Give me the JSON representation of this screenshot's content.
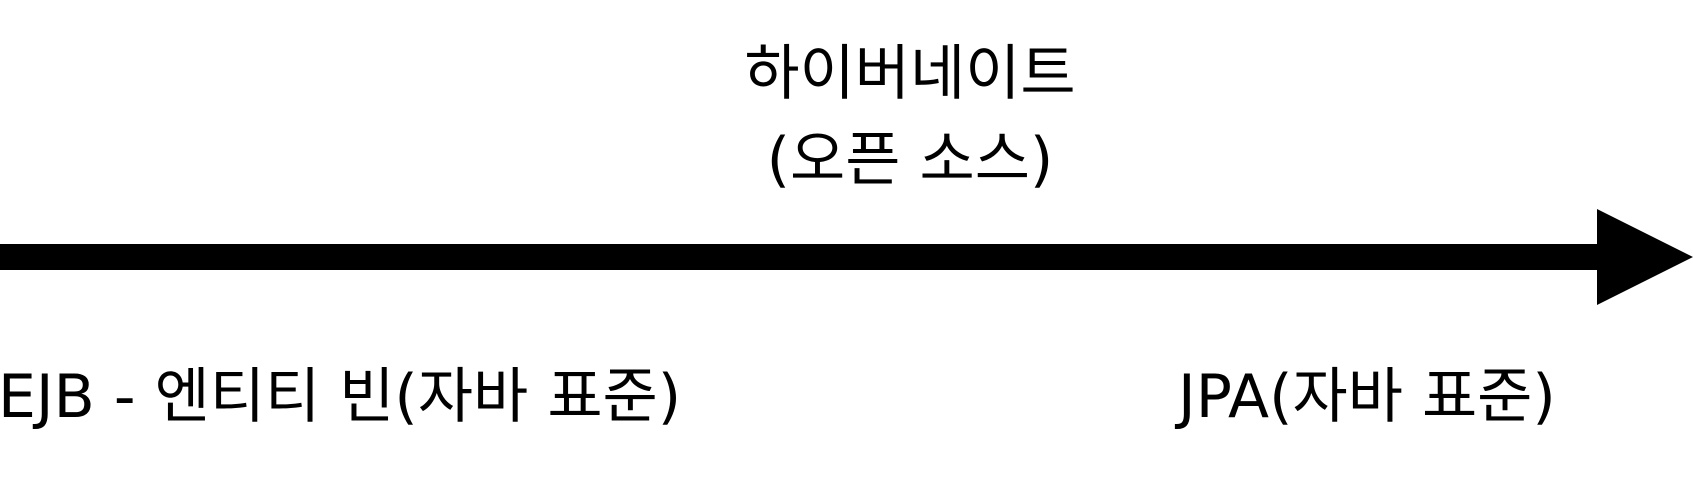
{
  "timeline": {
    "top_line1": "하이버네이트",
    "top_line2": "(오픈 소스)",
    "left_label": "EJB - 엔티티 빈(자바 표준)",
    "right_label": "JPA(자바 표준)"
  },
  "colors": {
    "arrow": "#000000",
    "text": "#000000",
    "background": "#ffffff"
  }
}
